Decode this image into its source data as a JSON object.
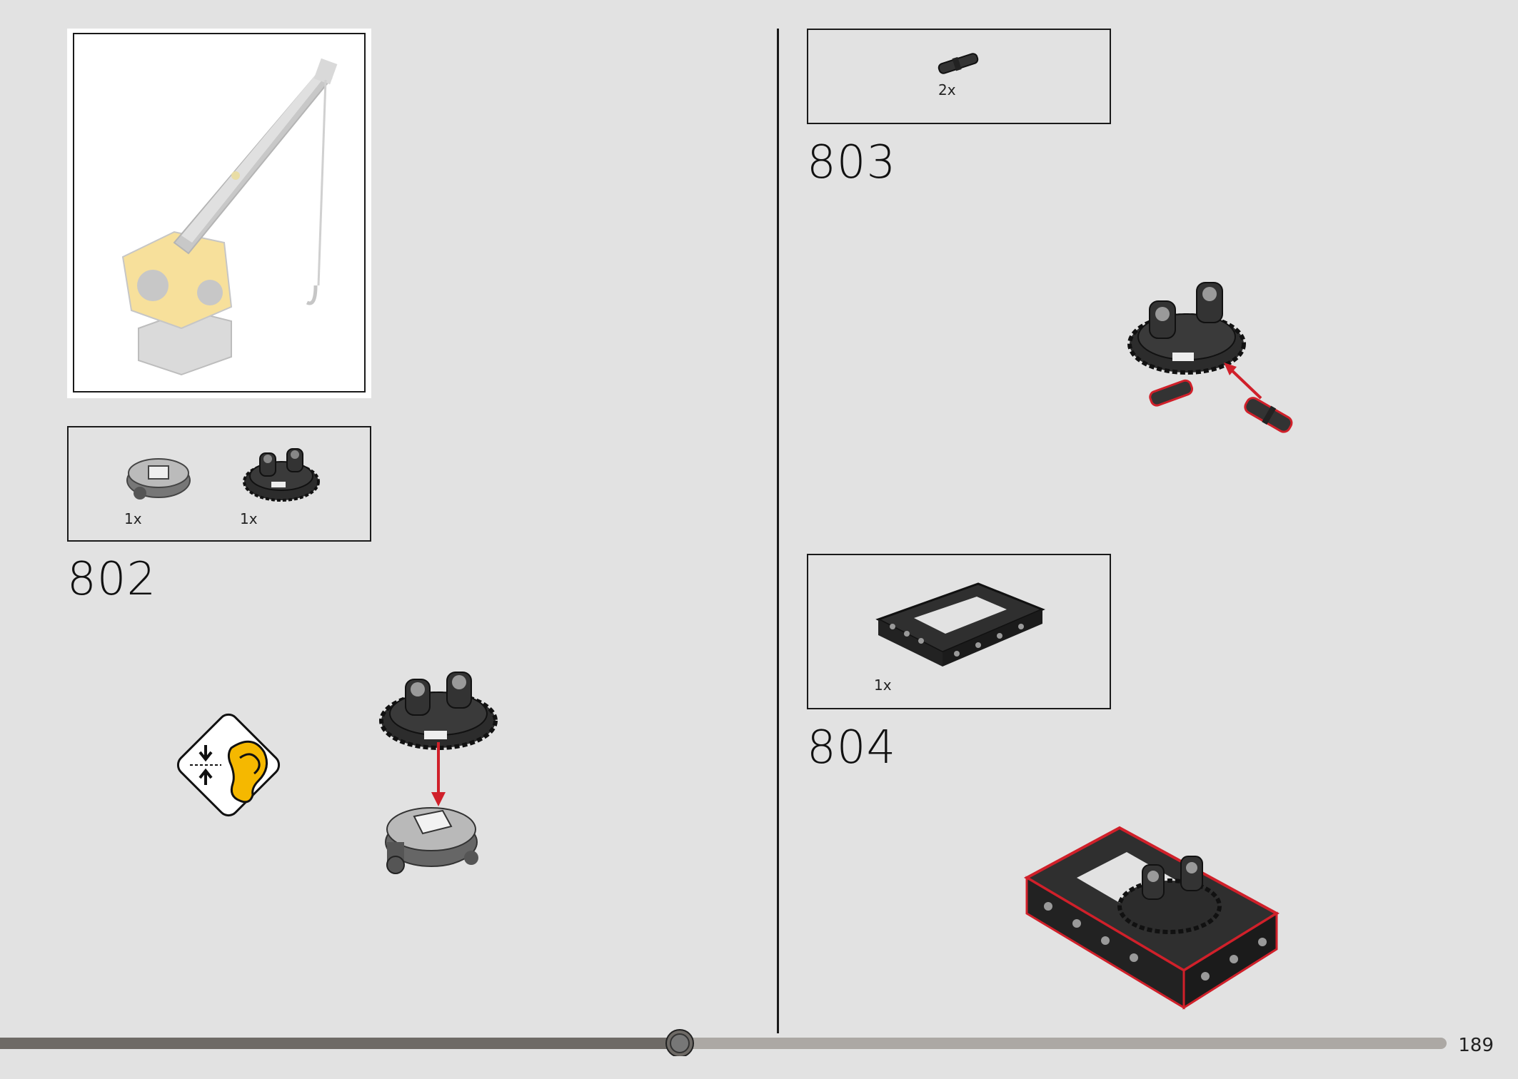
{
  "steps": [
    {
      "number": "802",
      "parts": [
        {
          "name": "turntable-base",
          "qty": "1x"
        },
        {
          "name": "gear-turntable-top",
          "qty": "1x"
        }
      ]
    },
    {
      "number": "803",
      "parts": [
        {
          "name": "axle-pin-connector",
          "qty": "2x"
        }
      ]
    },
    {
      "number": "804",
      "parts": [
        {
          "name": "open-frame-5x7",
          "qty": "1x"
        }
      ]
    }
  ],
  "icons": {
    "click_sound": "click-sound-icon",
    "accent_color": "#f5b800",
    "highlight_color": "#d0202a"
  },
  "footer": {
    "page_number": "189",
    "progress": 0.47
  }
}
